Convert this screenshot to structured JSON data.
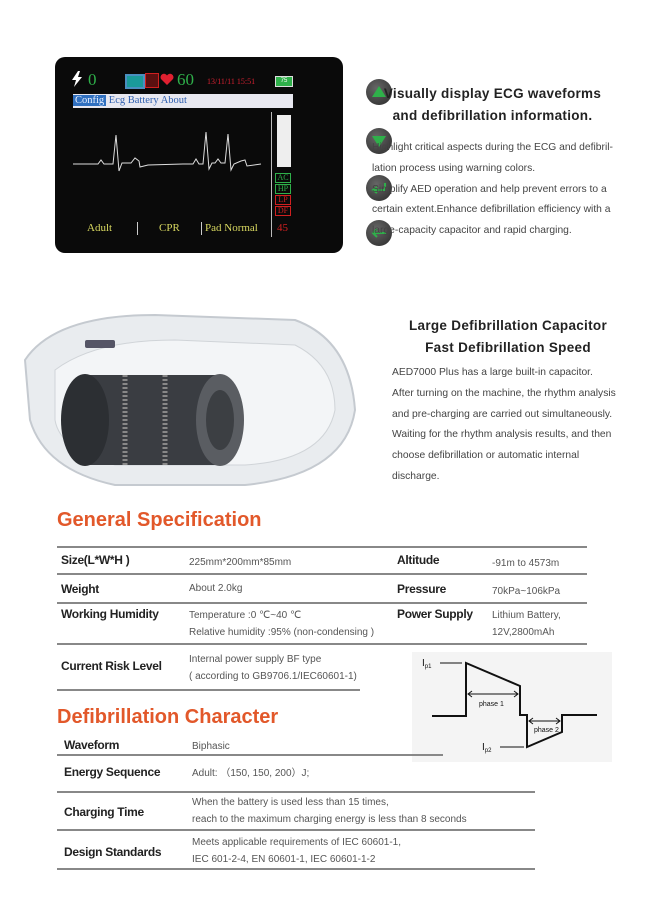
{
  "device_screen": {
    "shock_count": "0",
    "heart_rate": "60",
    "datetime": "13/11/11 15:51",
    "battery": "75",
    "menu": [
      "Config",
      "Ecg",
      "Battery",
      "About"
    ],
    "filters": [
      "AC",
      "HP",
      "LP",
      "DF"
    ],
    "footer": [
      "Adult",
      "CPR",
      "Pad Normal"
    ],
    "footer_value": "45",
    "buttons": [
      "up-button",
      "down-button",
      "enter-button",
      "back-button"
    ]
  },
  "section1": {
    "title": [
      "Visually display ECG waveforms",
      "and defibrillation information."
    ],
    "lines": [
      "Highlight critical aspects during the ECG and defibril-",
      "lation process using warning colors.",
      "Simplify AED operation and help prevent errors to a",
      "certain extent.Enhance defibrillation efficiency with a",
      "large-capacity capacitor and rapid charging."
    ]
  },
  "section2": {
    "title": [
      "Large Defibrillation Capacitor",
      "Fast Defibrillation Speed"
    ],
    "lines": [
      "AED7000 Plus has a large built-in capacitor.",
      "After turning on the machine, the rhythm analysis",
      "and pre-charging are carried out simultaneously.",
      "Waiting for the rhythm analysis results, and then",
      "choose defibrillation or automatic internal",
      "discharge."
    ]
  },
  "general": {
    "title": "General Specification",
    "rows": [
      {
        "label": "Size(L*W*H )",
        "value": [
          "225mm*200mm*85mm"
        ],
        "label2": "Altitude",
        "value2": [
          "-91m to 4573m"
        ]
      },
      {
        "label": "Weight",
        "value": [
          "About  2.0kg"
        ],
        "label2": "Pressure",
        "value2": [
          "70kPa~106kPa"
        ]
      },
      {
        "label": "Working Humidity",
        "value": [
          "Temperature :0 ℃~40 ℃",
          "Relative humidity :95% (non-condensing )"
        ],
        "label2": "Power Supply",
        "value2": [
          "Lithium Battery,",
          "12V,2800mAh"
        ]
      },
      {
        "label": "Current Risk Level",
        "value": [
          "Internal power supply BF type",
          "( according to GB9706.1/IEC60601-1)"
        ]
      }
    ]
  },
  "waveform_diagram": {
    "ip1": "I",
    "ip1_sub": "p1",
    "ip2": "I",
    "ip2_sub": "p2",
    "phase1": "phase 1",
    "phase2": "phase 2"
  },
  "defib": {
    "title": "Defibrillation Character",
    "rows": [
      {
        "label": "Waveform",
        "value": [
          "Biphasic"
        ]
      },
      {
        "label": "Energy Sequence",
        "value": [
          "Adult: （150, 150, 200）J;"
        ]
      },
      {
        "label": "Charging Time",
        "value": [
          "When the battery is used less than 15 times,",
          "reach to the maximum charging energy is less than 8 seconds"
        ]
      },
      {
        "label": "Design Standards",
        "value": [
          "Meets applicable requirements of IEC 60601-1,",
          "IEC 601-2-4, EN 60601-1, IEC 60601-1-2"
        ]
      }
    ]
  },
  "colors": {
    "accent": "#e2582a",
    "screen_green": "#2fb04a",
    "screen_red": "#d02020",
    "screen_yellow": "#d8d860"
  }
}
